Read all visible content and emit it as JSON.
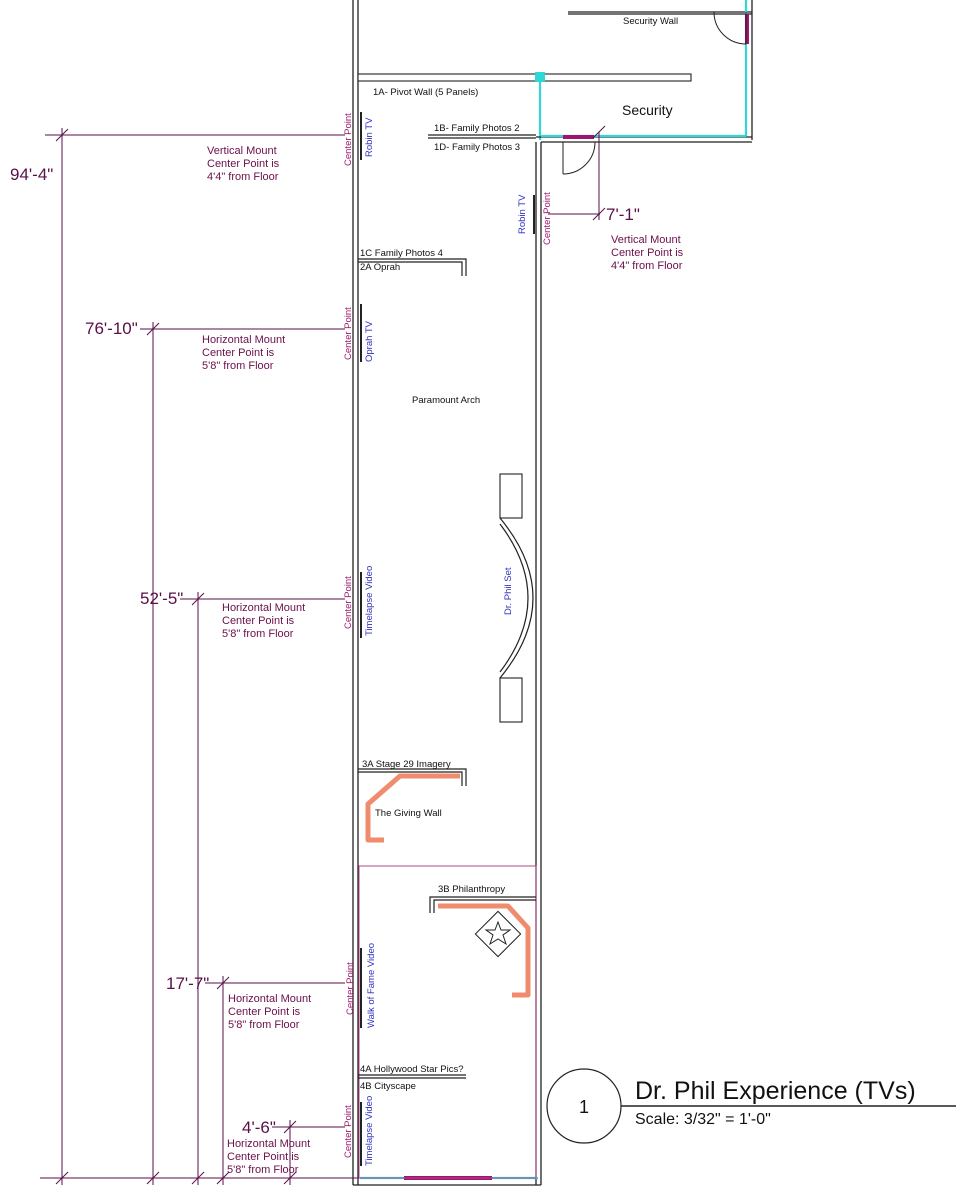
{
  "drawing": {
    "title": "Dr. Phil Experience (TVs)",
    "scale": "Scale: 3/32\" = 1'-0\"",
    "sheet_number": "1"
  },
  "rooms": {
    "security": "Security",
    "security_wall": "Security Wall",
    "paramount_arch": "Paramount Arch",
    "dr_phil_set": "Dr. Phil Set",
    "giving_wall": "The Giving Wall"
  },
  "panels": {
    "p1a": "1A- Pivot Wall (5 Panels)",
    "p1b": "1B- Family Photos 2",
    "p1d": "1D- Family Photos 3",
    "p1c": "1C Family Photos 4",
    "p2a": "2A Oprah",
    "p3a": "3A Stage 29 Imagery",
    "p3b": "3B Philanthropy",
    "p4a": "4A Hollywood Star Pics?",
    "p4b": "4B Cityscape"
  },
  "tvs": {
    "robin_left": "Robin TV",
    "robin_right": "Robin TV",
    "oprah": "Oprah TV",
    "timelapse_1": "Timelapse Video",
    "walk_of_fame": "Walk of Fame Video",
    "timelapse_2": "Timelapse Video"
  },
  "center_point_label": "Center Point",
  "dimensions": {
    "d1": "94'-4\"",
    "d2": "76'-10\"",
    "d3": "52'-5\"",
    "d4": "17'-7\"",
    "d5": "4'-6\"",
    "d6": "7'-1\""
  },
  "notes": {
    "n1": [
      "Vertical Mount",
      "Center Point is",
      "4'4\" from Floor"
    ],
    "n2": [
      "Horizontal Mount",
      "Center Point is",
      "5'8\" from Floor"
    ],
    "n3": [
      "Horizontal Mount",
      "Center Point is",
      "5'8\" from Floor"
    ],
    "n4": [
      "Horizontal Mount",
      "Center Point is",
      "5'8\" from Floor"
    ],
    "n5": [
      "Horizontal Mount",
      "Center Point is",
      "5'8\" from Floor"
    ],
    "n6": [
      "Vertical Mount",
      "Center Point is",
      "4'4\" from Floor"
    ]
  },
  "colors": {
    "wall": "#222222",
    "dimension": "#5a0f47",
    "tv_label": "#2f2fbf",
    "center_point": "#a0146f",
    "cyan_edge": "#33d6d6",
    "salmon_counter": "#f08c6e"
  }
}
